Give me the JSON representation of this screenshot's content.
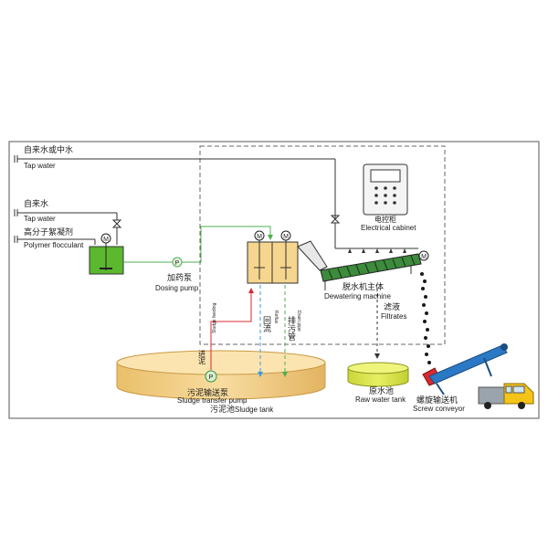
{
  "lines": {
    "tap_or_reclaimed_cn": "自来水或中水",
    "tap_water_1": "Tap water",
    "tap_water_cn": "自来水",
    "tap_water_2": "Tap water",
    "polymer_cn": "高分子絮凝剂",
    "polymer_en": "Polymer flocculant"
  },
  "pump": {
    "dosing_cn": "加药泵",
    "dosing_en": "Dosing pump",
    "sludge_cn": "污泥输送泵",
    "sludge_en": "Sludge transfer pump"
  },
  "cabinet": {
    "cn": "电控柜",
    "en": "Electrical cabinet"
  },
  "machine": {
    "cn": "脱水机主体",
    "en": "Dewatering machine"
  },
  "filtrate": {
    "cn": "滤液",
    "en": "Filtrates"
  },
  "pipes": {
    "reflux_cn": "回流",
    "reflux_en": "Reflux",
    "drain_cn": "排污管",
    "drain_en": "Drain pipe",
    "feed_cn": "进泥",
    "feed_en": "Sludge feeding"
  },
  "tanks": {
    "raw_cn": "原水池",
    "raw_en": "Raw water tank",
    "sludge_cn": "污泥池",
    "sludge_en": "Sludge tank"
  },
  "conveyor": {
    "cn": "螺旋输送机",
    "en": "Screw conveyor"
  },
  "symbols": {
    "motor": "M",
    "pump": "P"
  },
  "colors": {
    "sludge": "#f6d58e",
    "flocculant": "#5cb82e",
    "raw_water": "#dde94a",
    "green_pipe": "#4caf50",
    "red_pipe": "#d9282f",
    "blue_pipe": "#3a9be0",
    "conveyor": "#2b78c4"
  }
}
